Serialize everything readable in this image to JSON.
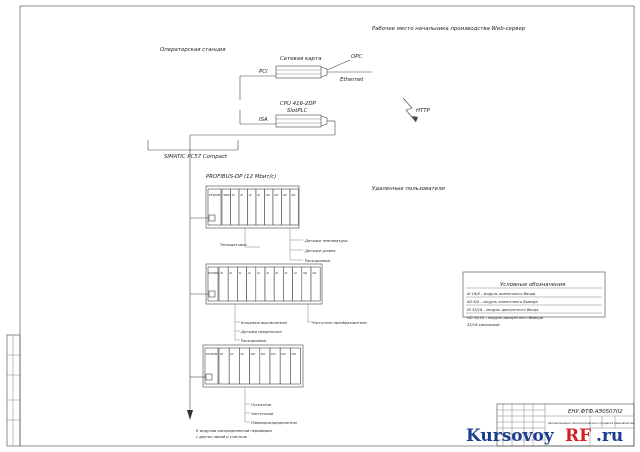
{
  "labels": {
    "workplace": "Рабочее место начальника производства Web-сервер",
    "operator_station": "Операторская станция",
    "network_card": "Сетевая карта",
    "opc": "OPC",
    "pci": "PCI",
    "ethernet": "Ethernet",
    "cpu": "CPU 416-2DP",
    "slot_plc": "SlotPLC",
    "isa": "ISA",
    "http": "HTTP",
    "simatic": "SIMATIC PC57 Compact",
    "profibus": "PROFIBUS-DP (12 Mbит/с)",
    "remote_users": "Удаленные пользователи",
    "bottom_arrow": "К модулям распределенной периферии с других линий и участков"
  },
  "rack1": {
    "head": "ET200M",
    "slots": [
      "SM374",
      "AI",
      "AI",
      "AI",
      "AI",
      "AO",
      "AO",
      "AO",
      "AO"
    ]
  },
  "rack1_callouts": [
    "Тензодатчики",
    "Датчики температуры",
    "Датчики уровня",
    "Расходомеры"
  ],
  "rack2": {
    "head": "ET200M",
    "slots": [
      "AI",
      "AI",
      "AI",
      "AI",
      "AI",
      "AI",
      "AI",
      "AI",
      "AI",
      "AO",
      "AO"
    ]
  },
  "rack2_callouts": [
    "Концевые выключатели",
    "Датчики предельные",
    "Расходомеры",
    "Частотные преобразователи"
  ],
  "rack3": {
    "head": "ET200M",
    "slots": [
      "DI",
      "DI",
      "DI",
      "DO",
      "DO",
      "DO",
      "DO",
      "DO"
    ]
  },
  "rack3_callouts": [
    "Пускатели",
    "Частотники",
    "Пневмораспределители"
  ],
  "legend": {
    "title": "Условные обозначения",
    "items": [
      "AI 16/8 – модуль аналогового Ввода",
      "AO 8/4 – модуль аналогового Вывода",
      "DI 32/16 – модуль дискретного Ввода",
      "DO 32/16 – модуль дискретного Вывода",
      "32/16-канальный"
    ]
  },
  "stamp": {
    "code": "ЕНУ.ФТФ.АЭ050702",
    "note": "Автоматизация технологического процесса производства"
  },
  "watermark": {
    "left": "Kursovoy",
    "right": "RF",
    "suffix": ".ru"
  }
}
